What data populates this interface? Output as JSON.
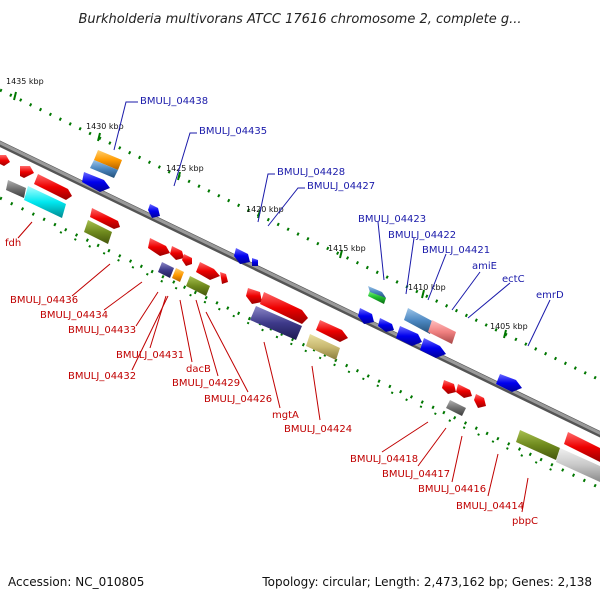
{
  "title": "Burkholderia multivorans ATCC 17616 chromosome 2, complete g...",
  "footer": {
    "accession": "Accession: NC_010805",
    "summary": "Topology: circular; Length: 2,473,162 bp; Genes: 2,138"
  },
  "ticks": [
    "1435 kbp",
    "1430 kbp",
    "1425 kbp",
    "1420 kbp",
    "1415 kbp",
    "1410 kbp",
    "1405 kbp"
  ],
  "labels_top": [
    "BMULJ_04438",
    "BMULJ_04435",
    "BMULJ_04428",
    "BMULJ_04427",
    "BMULJ_04423",
    "BMULJ_04422",
    "BMULJ_04421",
    "amiE",
    "ectC",
    "emrD"
  ],
  "labels_bottom": [
    "fdh",
    "BMULJ_04436",
    "BMULJ_04434",
    "BMULJ_04433",
    "BMULJ_04431",
    "BMULJ_04432",
    "dacB",
    "BMULJ_04429",
    "BMULJ_04426",
    "mgtA",
    "BMULJ_04424",
    "BMULJ_04418",
    "BMULJ_04417",
    "BMULJ_04416",
    "BMULJ_04414",
    "pbpC"
  ],
  "colors": {
    "forward": "#ff0000",
    "reverse": "#0000ff",
    "backbone": "#808080",
    "gc_mark": "#007700",
    "label_top": "#1a1aaa",
    "label_bottom": "#c00000"
  }
}
